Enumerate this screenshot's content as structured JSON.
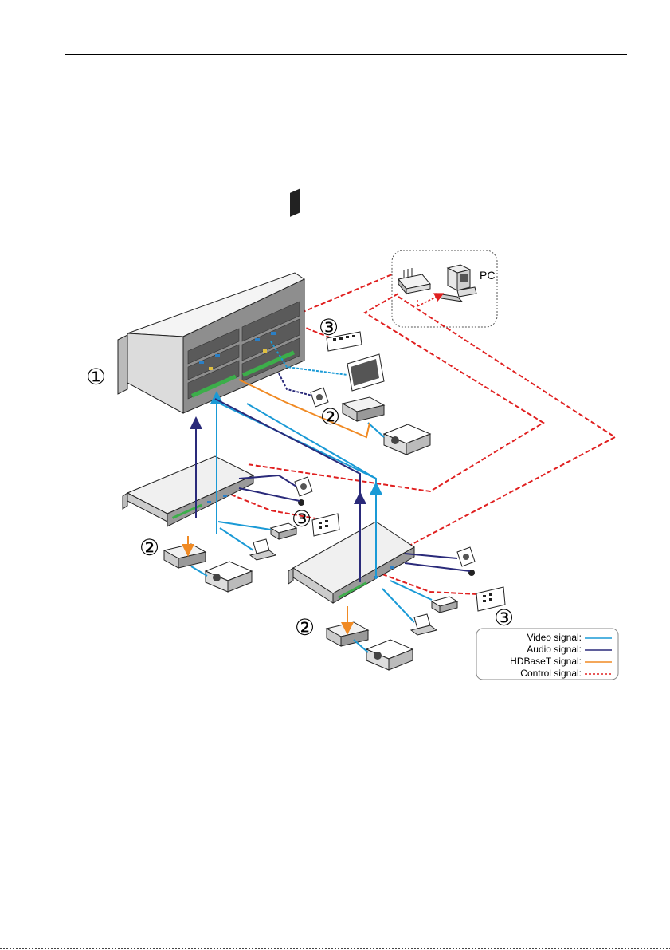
{
  "callouts": {
    "one": "①",
    "two": "②",
    "three": "③"
  },
  "pc_label": "PC",
  "legend": {
    "video": "Video signal:",
    "audio": "Audio signal:",
    "hdbaset": "HDBaseT  signal:",
    "control": "Control signal:"
  },
  "colors": {
    "video": "#1a9ad6",
    "audio": "#2a2a7a",
    "hdbaset": "#f08a24",
    "control": "#e02020"
  }
}
